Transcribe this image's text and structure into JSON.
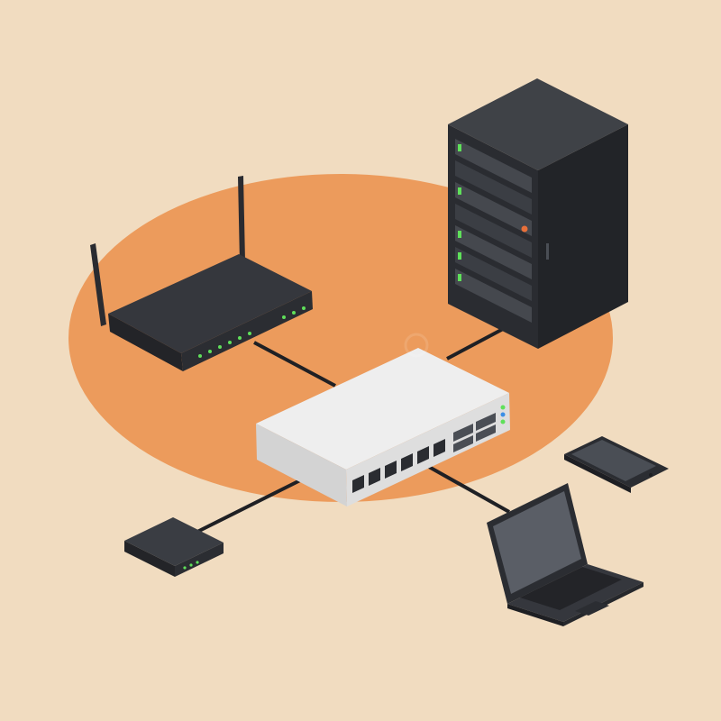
{
  "scene": {
    "background": "#f1dcc0",
    "platform_color": "#ec9b5c",
    "devices": [
      {
        "id": "router",
        "icon": "wifi-router-icon"
      },
      {
        "id": "server-rack",
        "icon": "server-rack-icon"
      },
      {
        "id": "network-switch",
        "icon": "network-switch-icon"
      },
      {
        "id": "smartphone",
        "icon": "smartphone-icon"
      },
      {
        "id": "laptop",
        "icon": "laptop-icon"
      },
      {
        "id": "hub",
        "icon": "network-hub-icon"
      }
    ],
    "connections": [
      {
        "from": "network-switch",
        "to": "router"
      },
      {
        "from": "network-switch",
        "to": "server-rack"
      },
      {
        "from": "network-switch",
        "to": "hub"
      },
      {
        "from": "network-switch",
        "to": "laptop"
      }
    ]
  },
  "colors": {
    "device_dark": "#2d2f34",
    "device_mid": "#3a3d43",
    "device_light": "#4a4e55",
    "switch_body": "#e6e6e6",
    "led_green": "#5fe05a",
    "led_orange": "#e8703a",
    "led_blue": "#3a8ee6"
  }
}
